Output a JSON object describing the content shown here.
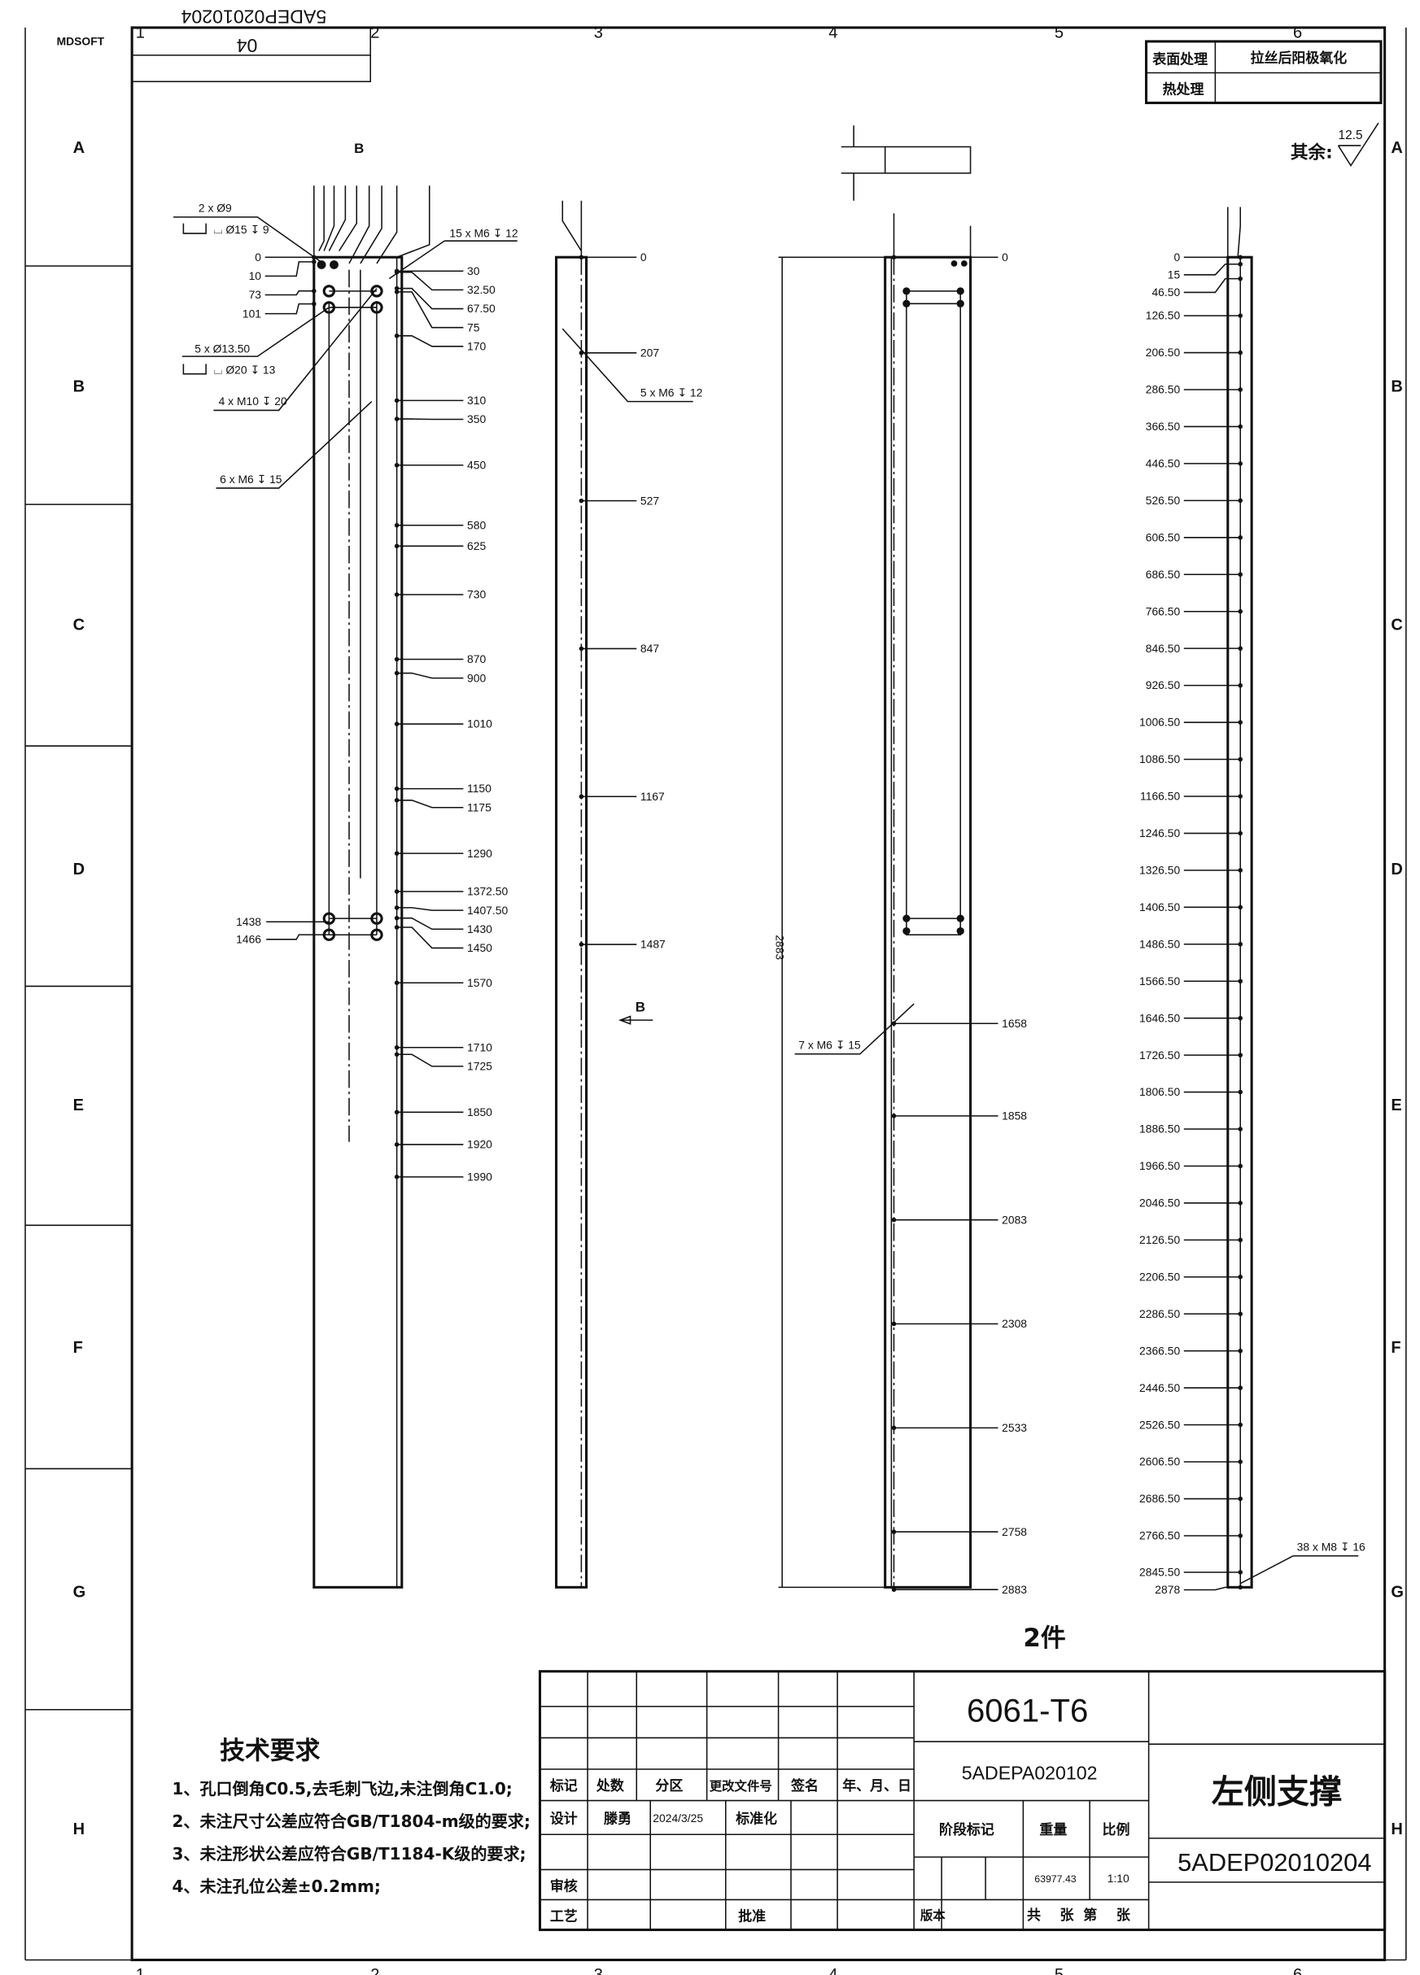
{
  "header": {
    "watermark": "MDSOFT",
    "mirrored_code": "5ADEP02010204",
    "mirrored_sheet": "04"
  },
  "zones": {
    "columns": [
      "1",
      "2",
      "3",
      "4",
      "5",
      "6"
    ],
    "rows": [
      "A",
      "B",
      "C",
      "D",
      "E",
      "F",
      "G",
      "H"
    ]
  },
  "treatment": {
    "surface_label": "表面处理",
    "surface_value": "拉丝后阳极氧化",
    "heat_label": "热处理",
    "heat_value": ""
  },
  "roughness": {
    "label": "其余:",
    "value": "12.5"
  },
  "view1": {
    "view_label": "B",
    "callouts": [
      "2 x Ø9",
      "⌴ Ø15 ↧ 9",
      "15 x M6 ↧ 12",
      "5 x Ø13.50",
      "⌴ Ø20 ↧ 13",
      "4 x M10 ↧ 20",
      "6 x M6 ↧ 15"
    ],
    "left_dims": [
      "0",
      "10",
      "73",
      "101",
      "1438",
      "1466"
    ],
    "right_dims": [
      "30",
      "32.50",
      "67.50",
      "75",
      "170",
      "310",
      "350",
      "450",
      "580",
      "625",
      "730",
      "870",
      "900",
      "1010",
      "1150",
      "1175",
      "1290",
      "1372.50",
      "1407.50",
      "1430",
      "1450",
      "1570",
      "1710",
      "1725",
      "1850",
      "1920",
      "1990"
    ]
  },
  "view2": {
    "callout": "5 x M6 ↧ 12",
    "dims": [
      "0",
      "207",
      "527",
      "847",
      "1167",
      "1487"
    ],
    "section_arrow": "B"
  },
  "view3": {
    "overall": "2883",
    "callout": "7 x M6 ↧ 15",
    "dims": [
      "0",
      "1658",
      "1858",
      "2083",
      "2308",
      "2533",
      "2758",
      "2883"
    ]
  },
  "view4": {
    "callout": "38 x M8 ↧ 16",
    "dims": [
      "0",
      "15",
      "46.50",
      "126.50",
      "206.50",
      "286.50",
      "366.50",
      "446.50",
      "526.50",
      "606.50",
      "686.50",
      "766.50",
      "846.50",
      "926.50",
      "1006.50",
      "1086.50",
      "1166.50",
      "1246.50",
      "1326.50",
      "1406.50",
      "1486.50",
      "1566.50",
      "1646.50",
      "1726.50",
      "1806.50",
      "1886.50",
      "1966.50",
      "2046.50",
      "2126.50",
      "2206.50",
      "2286.50",
      "2366.50",
      "2446.50",
      "2526.50",
      "2606.50",
      "2686.50",
      "2766.50",
      "2845.50",
      "2878"
    ]
  },
  "quantity": "2件",
  "tech_requirements": {
    "title": "技术要求",
    "items": [
      "1、孔口倒角C0.5,去毛刺飞边,未注倒角C1.0;",
      "2、未注尺寸公差应符合GB/T1804-m级的要求;",
      "3、未注形状公差应符合GB/T1184-K级的要求;",
      "4、未注孔位公差±0.2mm;"
    ]
  },
  "title_block": {
    "revision_headers": [
      "标记",
      "处数",
      "分区",
      "更改文件号",
      "签名",
      "年、月、日"
    ],
    "design_label": "设计",
    "designer": "滕勇",
    "design_date": "2024/3/25",
    "standardize_label": "标准化",
    "review_label": "审核",
    "process_label": "工艺",
    "approve_label": "批准",
    "material": "6061-T6",
    "assembly_code": "5ADEPA020102",
    "stage_label": "阶段标记",
    "weight_label": "重量",
    "scale_label": "比例",
    "weight": "63977.43",
    "scale": "1:10",
    "version_label": "版本",
    "sheets_label": "共    张  第    张",
    "part_name": "左侧支撑",
    "drawing_number": "5ADEP02010204"
  }
}
